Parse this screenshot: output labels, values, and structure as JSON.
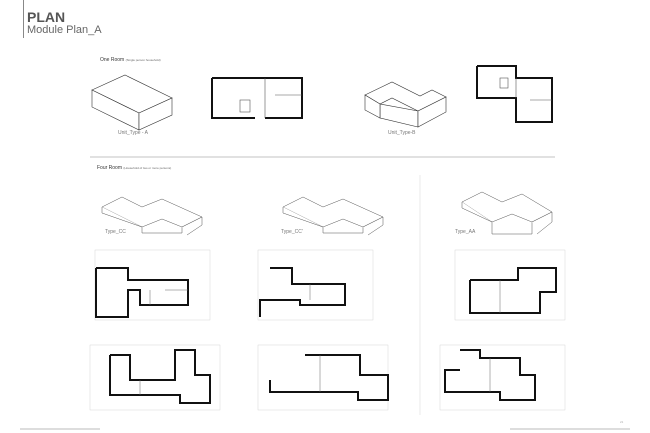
{
  "header": {
    "title": "PLAN",
    "subtitle": "Module Plan_A"
  },
  "one_room": {
    "heading": "One Room",
    "note": "(Single person household)",
    "units": [
      {
        "label": "Unit_Type - A"
      },
      {
        "label": "Unit_Type-B"
      }
    ]
  },
  "four_room": {
    "heading": "Four Room",
    "note": "(Household of two or more persons)",
    "types": [
      {
        "label": "Type_CC"
      },
      {
        "label": "Type_CC'"
      },
      {
        "label": "Type_AA"
      }
    ]
  },
  "footer": {
    "page_number": "21"
  }
}
